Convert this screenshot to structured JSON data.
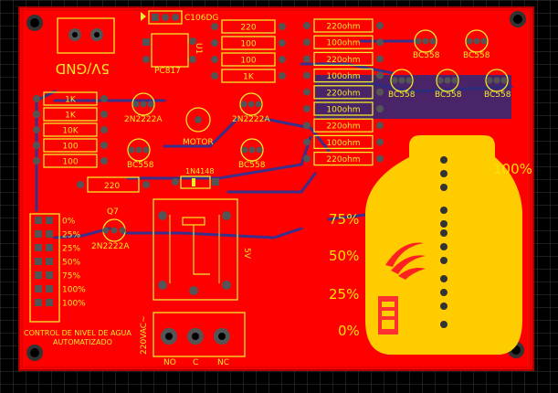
{
  "board": {
    "title_line1": "CONTROL DE NIVEL DE AGUA",
    "title_line2": "AUTOMATIZADO",
    "colors": {
      "background": "#000000",
      "board": "#ff0000",
      "silkscreen": "#f2ea2a",
      "tank": "#ffcc00",
      "trace_bottom": "#3a2f8a",
      "grid": "#3a3a3a"
    }
  },
  "power_connector": {
    "label": "5V/GND"
  },
  "scr": {
    "label": "C106DG"
  },
  "optocoupler": {
    "label": "PC817",
    "ref": "U1"
  },
  "motor": {
    "label": "MOTOR"
  },
  "diode": {
    "label": "1N4148"
  },
  "relay": {
    "label": "5V"
  },
  "ac_connector": {
    "label": "220VAC~",
    "pins": [
      "NO",
      "C",
      "NC"
    ]
  },
  "q7": {
    "label": "Q7",
    "part": "2N2222A"
  },
  "transistors": [
    "2N2222A",
    "2N2222A",
    "BC558",
    "BC558",
    "BC558",
    "BC558",
    "BC558",
    "BC558",
    "BC558"
  ],
  "resistors_top_middle": [
    "220",
    "100",
    "100",
    "1K"
  ],
  "resistors_left": [
    "1K",
    "1K",
    "10K",
    "100",
    "100"
  ],
  "resistor_mid": "220",
  "resistors_right": [
    "220ohm",
    "100ohm",
    "220ohm",
    "100ohm",
    "220ohm",
    "100ohm",
    "220ohm",
    "100ohm",
    "220ohm"
  ],
  "header_levels": [
    "0%",
    "25%",
    "25%",
    "50%",
    "75%",
    "100%",
    "100%"
  ],
  "tank": {
    "levels": [
      "100%",
      "75%",
      "50%",
      "25%",
      "0%"
    ]
  }
}
